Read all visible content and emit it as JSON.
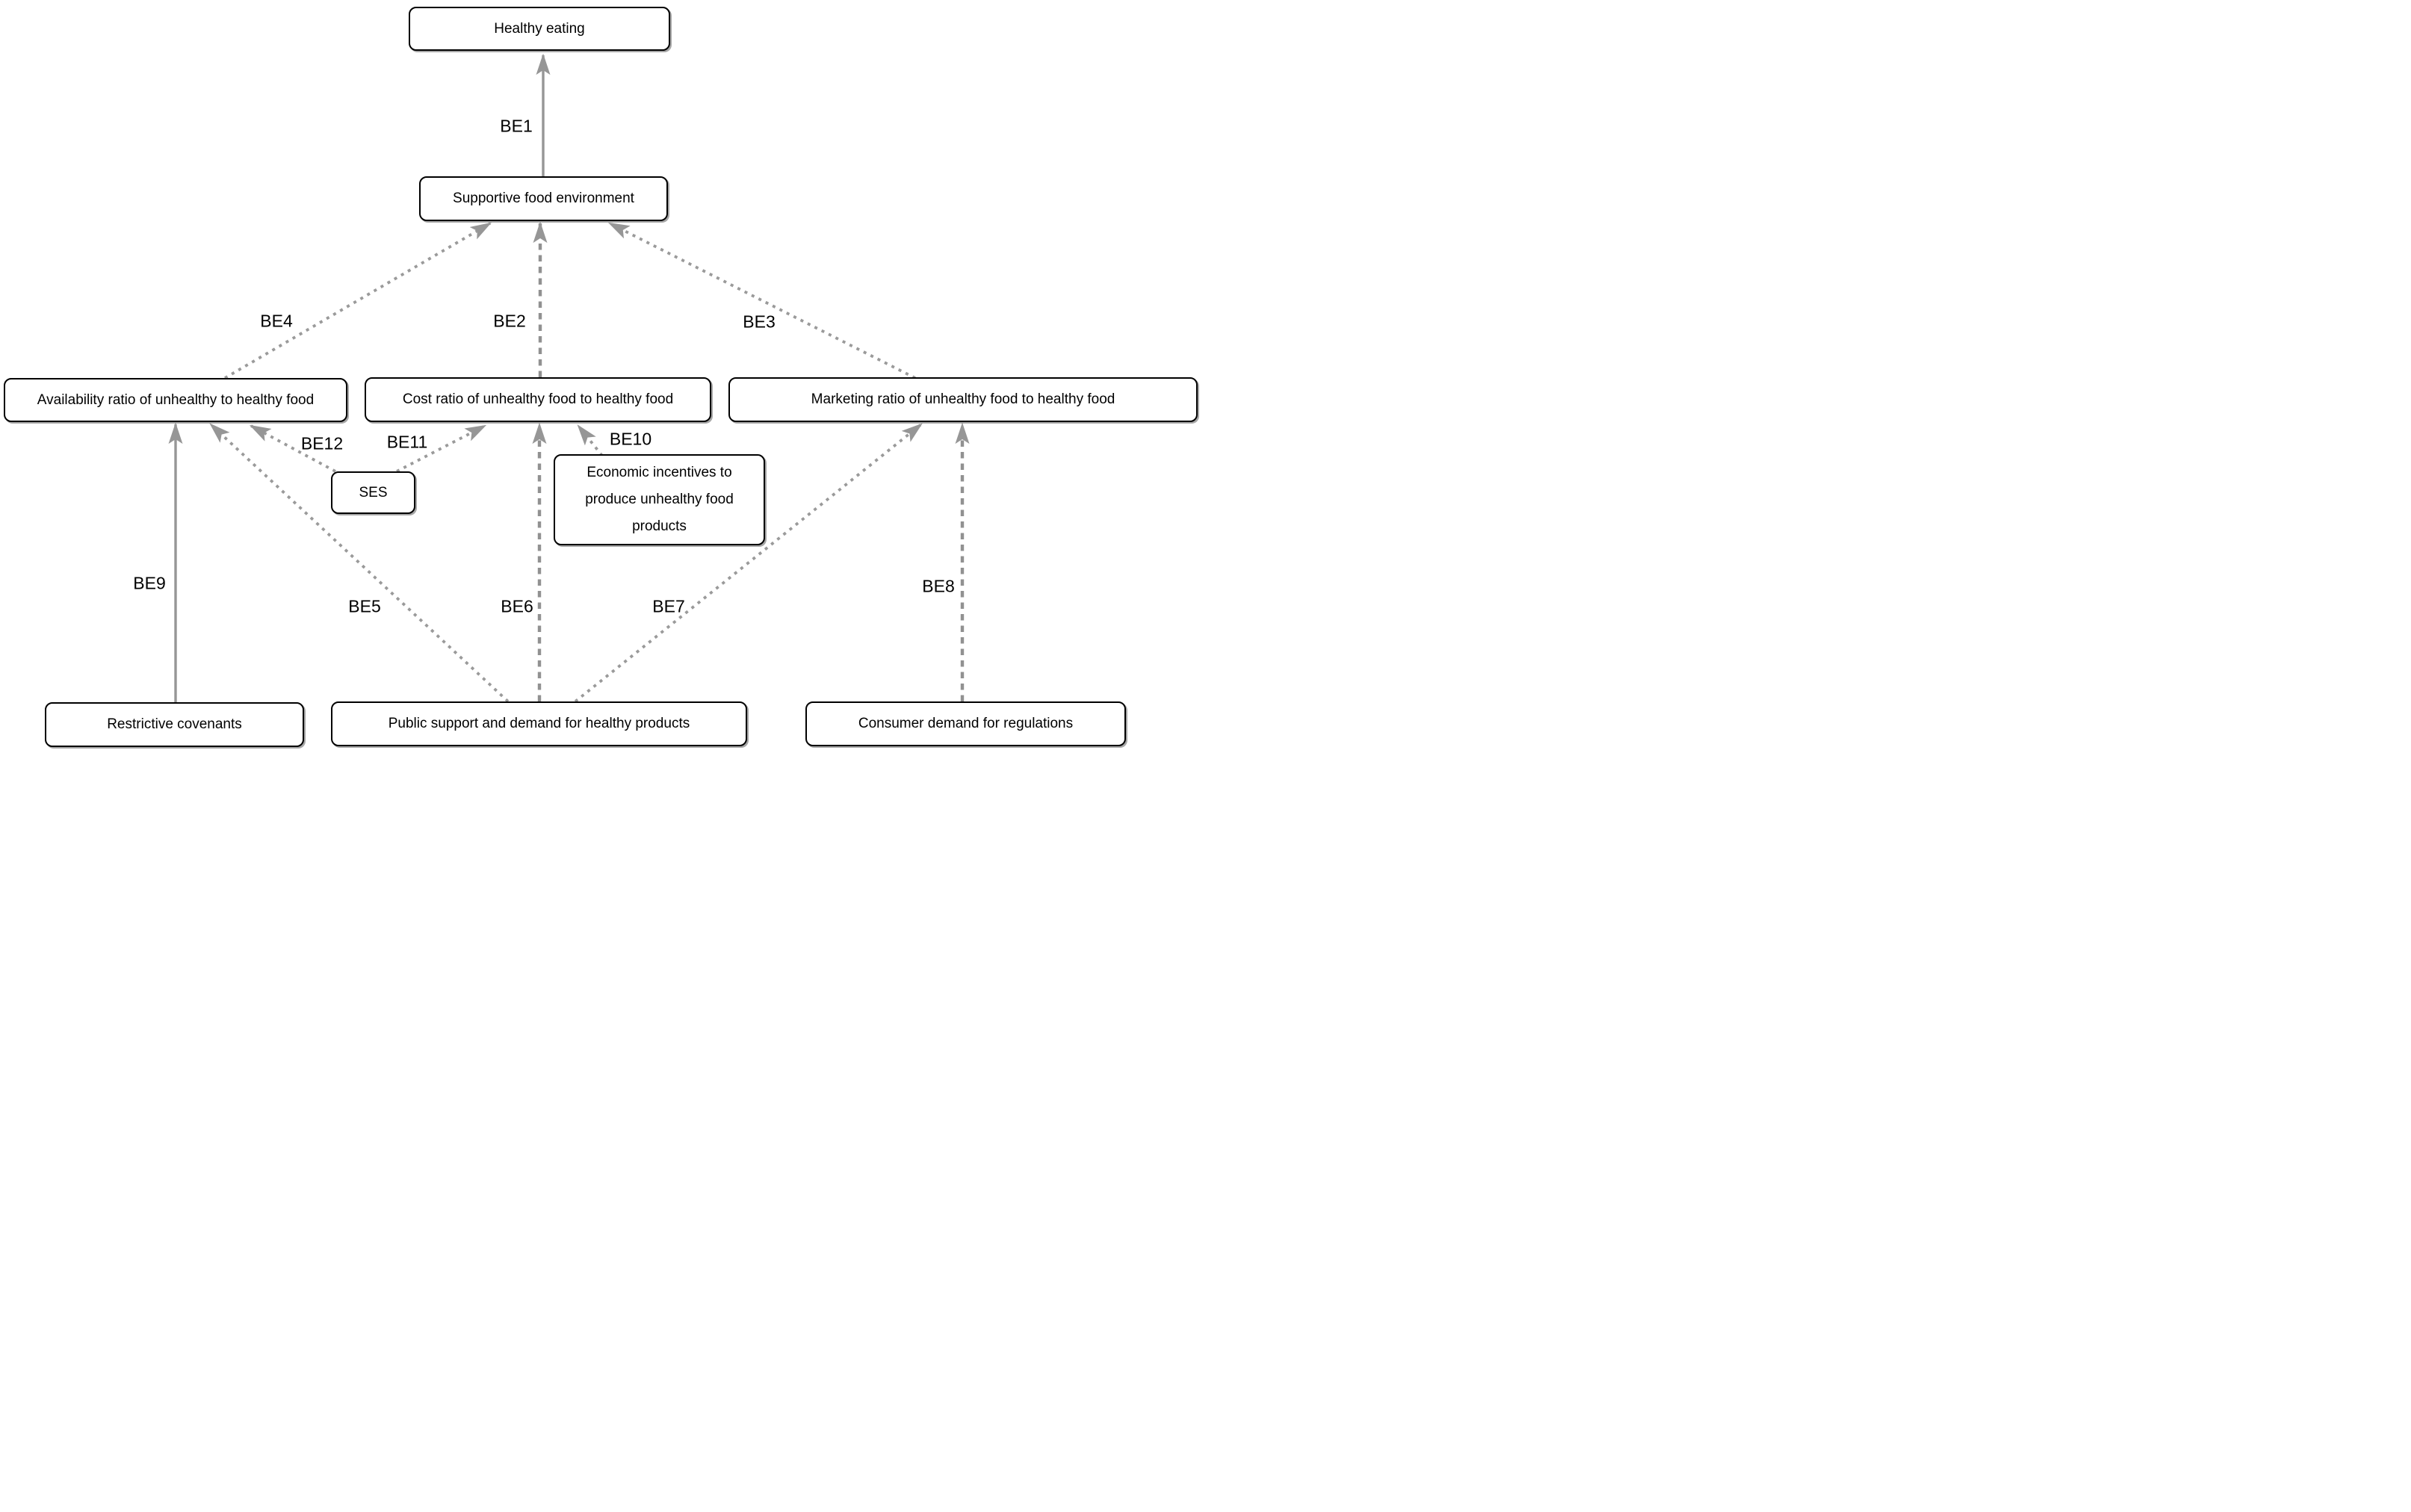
{
  "diagram": {
    "type": "causal-path-diagram",
    "topic": "Healthy eating determinants"
  },
  "colors": {
    "background": "#ffffff",
    "box_fill": "#ffffff",
    "box_border": "#000000",
    "text": "#000000",
    "arrow_gray": "#969696"
  },
  "nodes": {
    "healthy": {
      "label": "Healthy eating"
    },
    "supportive": {
      "label": "Supportive food environment"
    },
    "availability": {
      "label": "Availability ratio of unhealthy to healthy food"
    },
    "cost": {
      "label": "Cost ratio of unhealthy food to healthy food"
    },
    "marketing": {
      "label": "Marketing ratio of unhealthy food to healthy food"
    },
    "ses": {
      "label": "SES"
    },
    "eco": {
      "label": "Economic incentives to produce unhealthy food products"
    },
    "restrictive": {
      "label": "Restrictive covenants"
    },
    "public": {
      "label": "Public support and demand for healthy products"
    },
    "consumer": {
      "label": "Consumer demand for regulations"
    }
  },
  "edges": {
    "be1": {
      "label": "BE1",
      "from": "Supportive food environment",
      "to": "Healthy eating",
      "style": "solid"
    },
    "be2": {
      "label": "BE2",
      "from": "Cost ratio of unhealthy food to healthy food",
      "to": "Supportive food environment",
      "style": "dashed"
    },
    "be3": {
      "label": "BE3",
      "from": "Marketing ratio of unhealthy food to healthy food",
      "to": "Supportive food environment",
      "style": "dotted"
    },
    "be4": {
      "label": "BE4",
      "from": "Availability ratio of unhealthy to healthy food",
      "to": "Supportive food environment",
      "style": "dotted"
    },
    "be5": {
      "label": "BE5",
      "from": "Public support and demand for healthy products",
      "to": "Availability ratio of unhealthy to healthy food",
      "style": "dotted"
    },
    "be6": {
      "label": "BE6",
      "from": "Public support and demand for healthy products",
      "to": "Cost ratio of unhealthy food to healthy food",
      "style": "dashed"
    },
    "be7": {
      "label": "BE7",
      "from": "Public support and demand for healthy products",
      "to": "Marketing ratio of unhealthy food to healthy food",
      "style": "dotted"
    },
    "be8": {
      "label": "BE8",
      "from": "Consumer demand for regulations",
      "to": "Marketing ratio of unhealthy food to healthy food",
      "style": "dashed"
    },
    "be9": {
      "label": "BE9",
      "from": "Restrictive covenants",
      "to": "Availability ratio of unhealthy to healthy food",
      "style": "solid"
    },
    "be10": {
      "label": "BE10",
      "from": "Economic incentives to produce unhealthy food products",
      "to": "Cost ratio of unhealthy food to healthy food",
      "style": "dotted"
    },
    "be11": {
      "label": "BE11",
      "from": "SES",
      "to": "Cost ratio of unhealthy food to healthy food",
      "style": "dotted"
    },
    "be12": {
      "label": "BE12",
      "from": "SES",
      "to": "Availability ratio of unhealthy to healthy food",
      "style": "dotted"
    }
  }
}
